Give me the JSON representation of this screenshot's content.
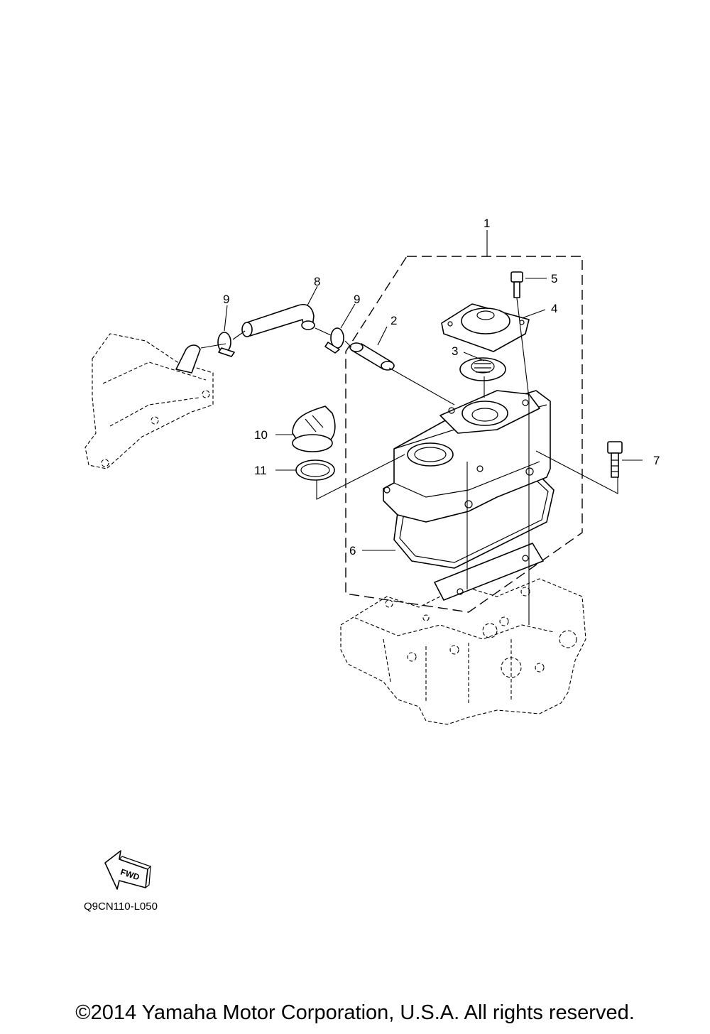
{
  "callouts": {
    "c1": "1",
    "c2": "2",
    "c3": "3",
    "c4": "4",
    "c5": "5",
    "c6": "6",
    "c7": "7",
    "c8": "8",
    "c9a": "9",
    "c9b": "9",
    "c10": "10",
    "c11": "11"
  },
  "diagram_code": "Q9CN110-L050",
  "fwd_label": "FWD",
  "copyright": "©2014 Yamaha Motor Corporation, U.S.A. All rights reserved."
}
